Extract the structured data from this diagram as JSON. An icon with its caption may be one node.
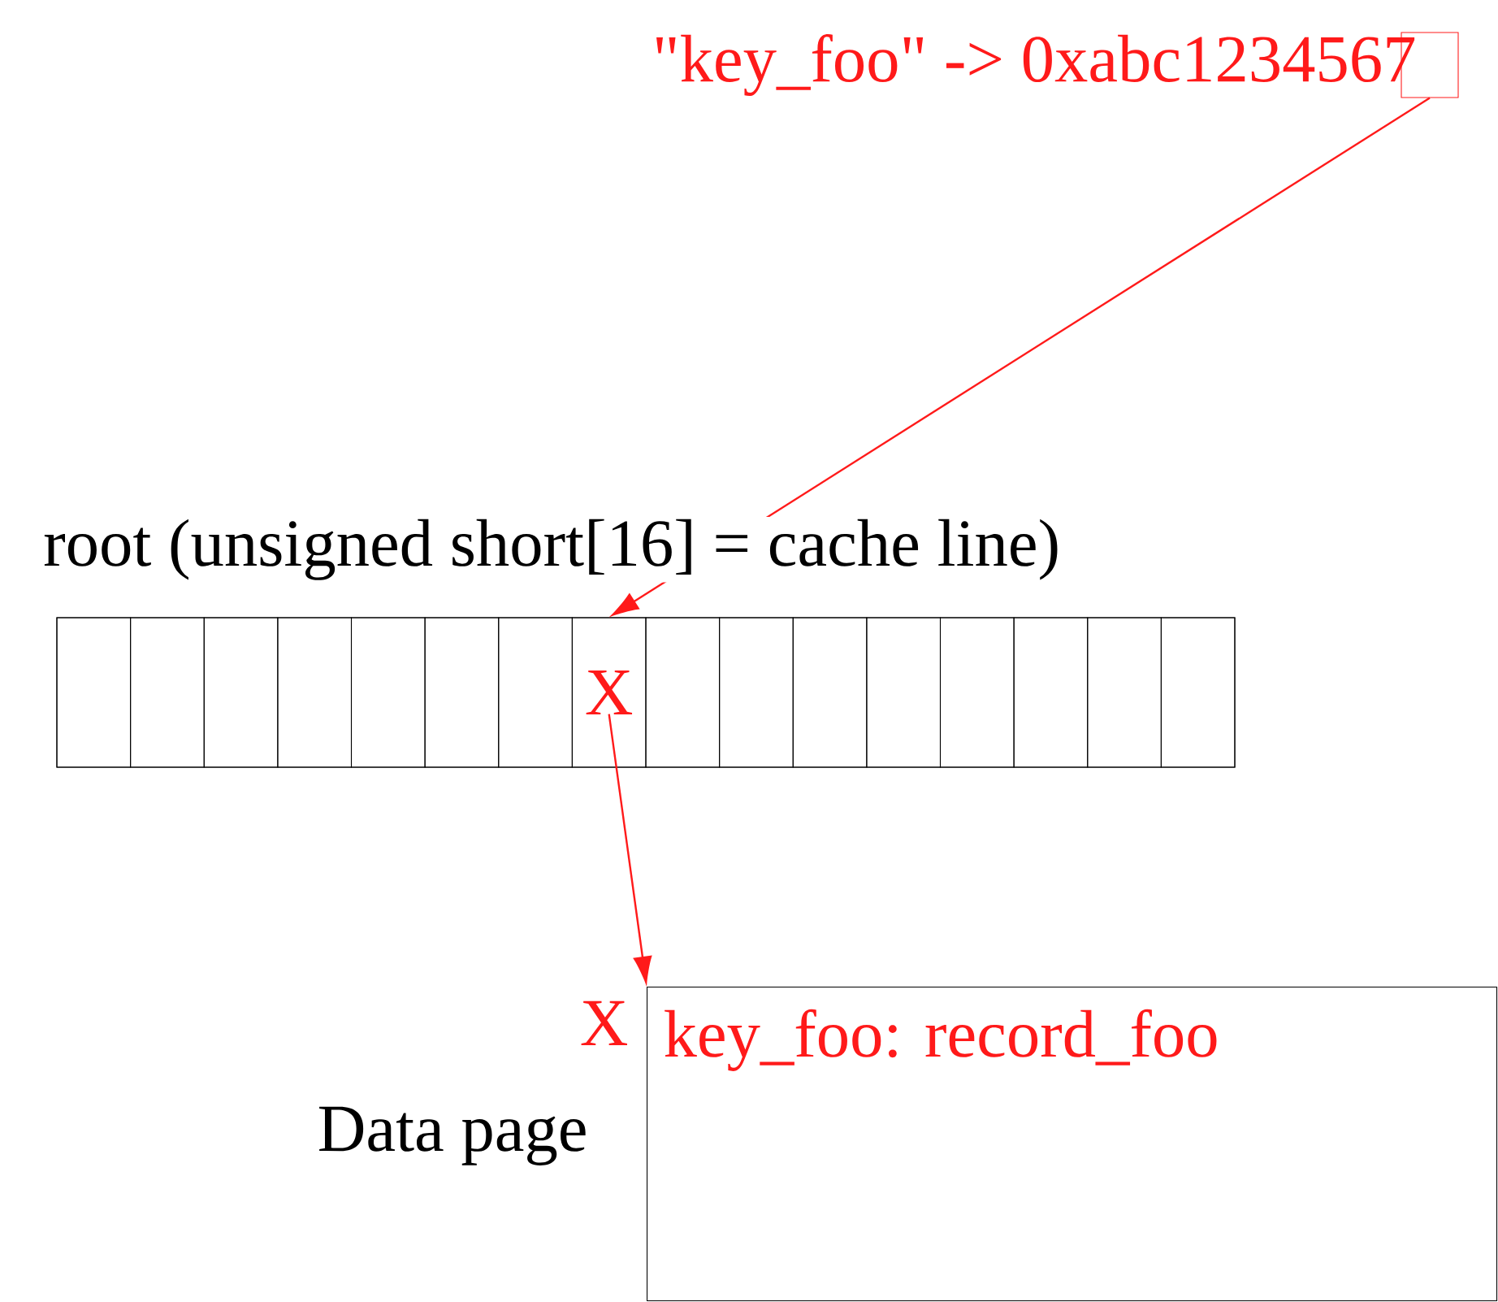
{
  "diagram": {
    "nodes": [
      {
        "text": [],
        "shape": "box"
      },
      {
        "text": [
          "root (unsigned short[16] = cache line)"
        ]
      },
      {
        "text": [],
        "shape": "box",
        "in": 1
      },
      {
        "text": [],
        "shape": "box",
        "in": 1
      },
      {
        "text": [],
        "shape": "box",
        "in": 1
      },
      {
        "text": [],
        "shape": "box",
        "in": 1
      },
      {
        "text": [],
        "shape": "box",
        "in": 1
      },
      {
        "text": [],
        "shape": "box",
        "in": 1
      },
      {
        "text": [],
        "shape": "box",
        "in": 1
      },
      {
        "text": [
          "X"
        ],
        "in": 1
      },
      {
        "text": [],
        "shape": "box",
        "in": 1
      },
      {
        "text": [],
        "shape": "box",
        "in": 1
      },
      {
        "text": [],
        "shape": "box",
        "in": 1
      },
      {
        "text": [],
        "shape": "box",
        "in": 1
      },
      {
        "text": [],
        "shape": "box",
        "in": 1
      },
      {
        "text": [],
        "shape": "box",
        "in": 1
      },
      {
        "text": [],
        "shape": "box",
        "in": 1
      },
      {
        "text": [],
        "shape": "box",
        "in": 1
      },
      {
        "text": [
          "key_foo: record_foo"
        ],
        "beside": [
          "X",
          "Data page"
        ]
      }
    ],
    "edges": [
      {
        "from": 0,
        "to": 9,
        "arrow": "to"
      },
      {
        "from": 9,
        "to": 18,
        "arrow": "to"
      }
    ],
    "labels": [
      "\"key_foo\" -> 0xabc1234567"
    ]
  }
}
